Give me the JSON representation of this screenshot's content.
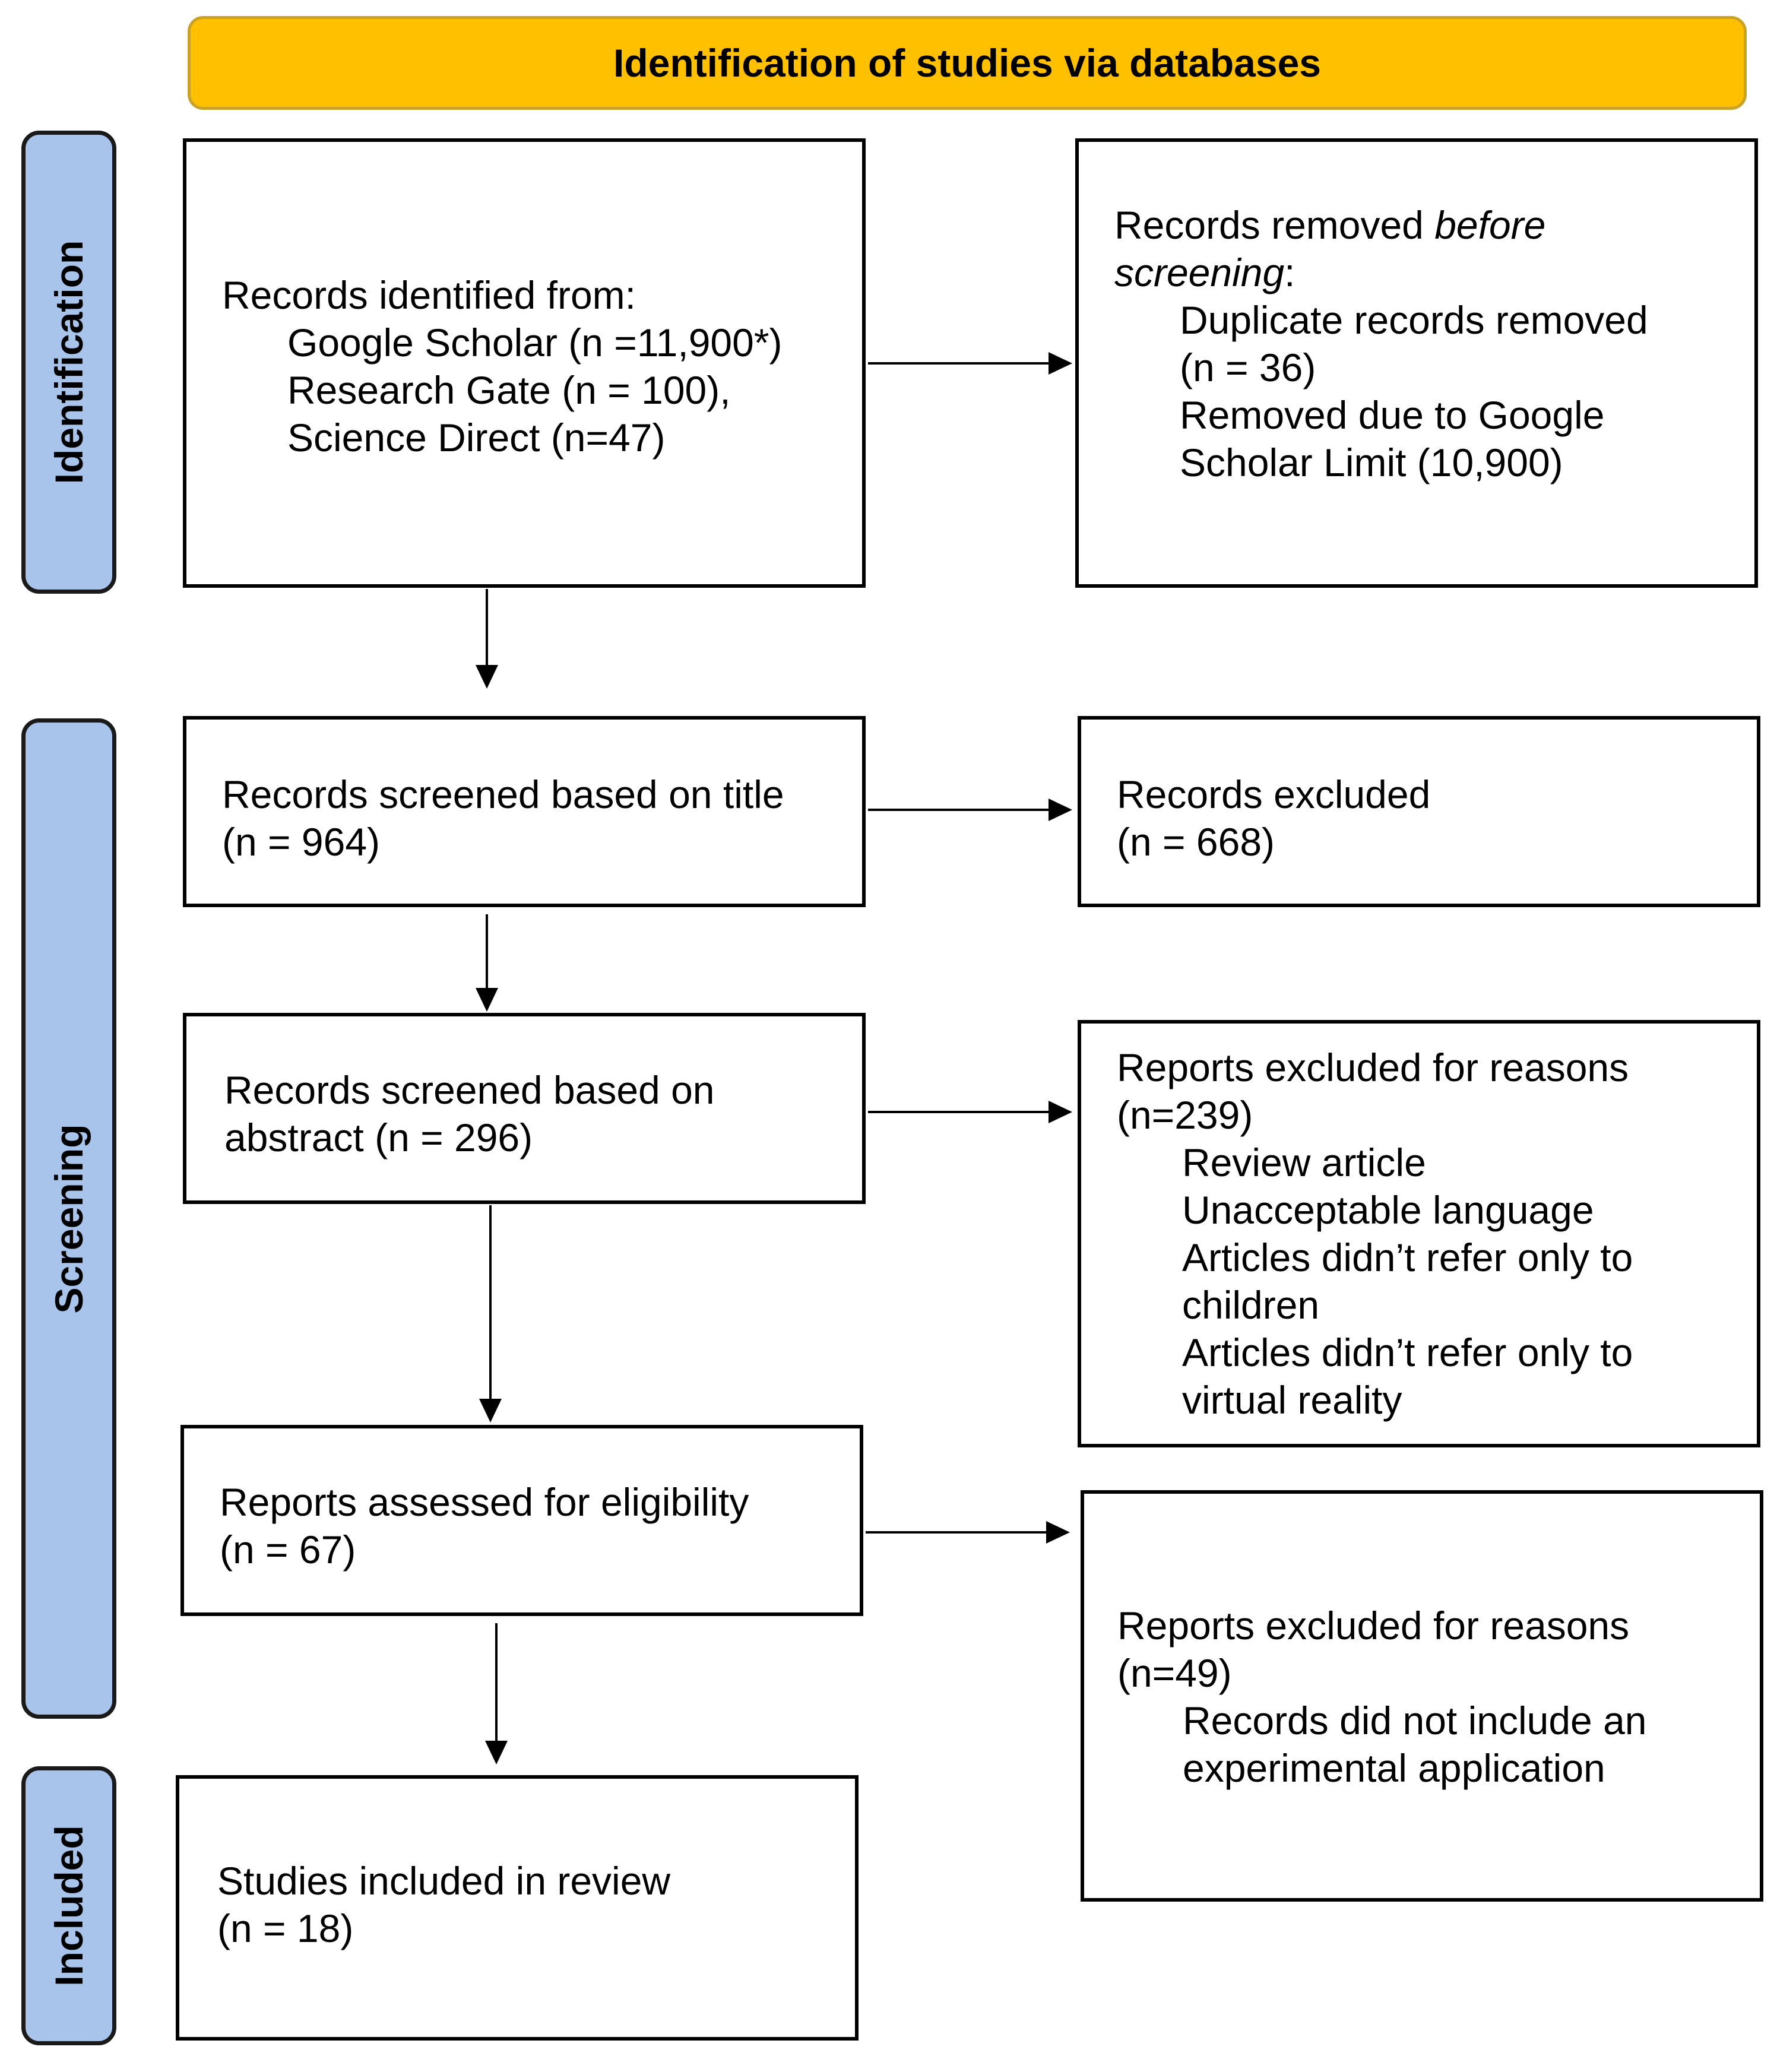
{
  "header": {
    "title": "Identification of studies via databases"
  },
  "sidebar": {
    "identification": "Identification",
    "screening": "Screening",
    "included": "Included"
  },
  "identified": {
    "title": "Records identified from:",
    "sources": [
      "Google Scholar (n =11,900*)",
      "Research Gate (n = 100),",
      "Science Direct (n=47)"
    ]
  },
  "removed": {
    "title_plain": "Records removed ",
    "title_italic_1": "before",
    "title_italic_2": "screening",
    "title_colon": ":",
    "items": [
      "Duplicate records removed",
      "(n = 36)",
      "Removed due to Google",
      "Scholar Limit (10,900)"
    ]
  },
  "screened_title": {
    "line1": "Records screened based on title",
    "line2": "(n = 964)"
  },
  "excluded_title": {
    "line1": "Records excluded",
    "line2": "(n = 668)"
  },
  "screened_abstract": {
    "line1": "Records screened based on",
    "line2": "abstract (n = 296)"
  },
  "excluded_abstract": {
    "line1": "Reports excluded for reasons",
    "line2": "(n=239)",
    "reasons": [
      "Review article",
      "Unacceptable language",
      "Articles didn’t refer only to",
      "children",
      "Articles didn’t refer only to",
      "virtual reality"
    ]
  },
  "eligibility": {
    "line1": "Reports assessed for eligibility",
    "line2": "(n = 67)"
  },
  "excluded_eligibility": {
    "line1": "Reports excluded for reasons",
    "line2": "(n=49)",
    "reasons": [
      "Records did not include an",
      "experimental application"
    ]
  },
  "included": {
    "line1": "Studies included in review",
    "line2": "(n = 18)"
  }
}
